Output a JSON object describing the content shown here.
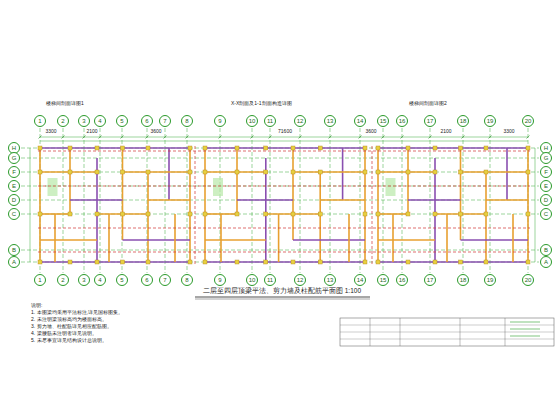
{
  "diagram": {
    "caption": "二层至四层顶梁平法、剪力墙及柱配筋平面图 1:100",
    "nodes": [
      {
        "text": [
          "1"
        ]
      },
      {
        "text": [
          "2"
        ]
      },
      {
        "text": [
          "3"
        ]
      },
      {
        "text": [
          "4"
        ]
      },
      {
        "text": [
          "5"
        ]
      },
      {
        "text": [
          "6"
        ]
      },
      {
        "text": [
          "7"
        ]
      },
      {
        "text": [
          "8"
        ]
      },
      {
        "text": [
          "9"
        ]
      },
      {
        "text": [
          "10"
        ]
      },
      {
        "text": [
          "11"
        ]
      },
      {
        "text": [
          "12"
        ]
      },
      {
        "text": [
          "13"
        ]
      },
      {
        "text": [
          "14"
        ]
      },
      {
        "text": [
          "15"
        ]
      },
      {
        "text": [
          "16"
        ]
      },
      {
        "text": [
          "17"
        ]
      },
      {
        "text": [
          "18"
        ]
      },
      {
        "text": [
          "19"
        ]
      },
      {
        "text": [
          "20"
        ]
      },
      {
        "text": [
          "1"
        ]
      },
      {
        "text": [
          "2"
        ]
      },
      {
        "text": [
          "3"
        ]
      },
      {
        "text": [
          "4"
        ]
      },
      {
        "text": [
          "5"
        ]
      },
      {
        "text": [
          "6"
        ]
      },
      {
        "text": [
          "7"
        ]
      },
      {
        "text": [
          "8"
        ]
      },
      {
        "text": [
          "9"
        ]
      },
      {
        "text": [
          "10"
        ]
      },
      {
        "text": [
          "11"
        ]
      },
      {
        "text": [
          "12"
        ]
      },
      {
        "text": [
          "13"
        ]
      },
      {
        "text": [
          "14"
        ]
      },
      {
        "text": [
          "15"
        ]
      },
      {
        "text": [
          "16"
        ]
      },
      {
        "text": [
          "17"
        ]
      },
      {
        "text": [
          "18"
        ]
      },
      {
        "text": [
          "19"
        ]
      },
      {
        "text": [
          "20"
        ]
      },
      {
        "text": [
          "H"
        ]
      },
      {
        "text": [
          "G"
        ]
      },
      {
        "text": [
          "F"
        ]
      },
      {
        "text": [
          "E"
        ]
      },
      {
        "text": [
          "D"
        ]
      },
      {
        "text": [
          "C"
        ]
      },
      {
        "text": [
          "B"
        ]
      },
      {
        "text": [
          "A"
        ]
      },
      {
        "text": [
          "H"
        ]
      },
      {
        "text": [
          "G"
        ]
      },
      {
        "text": [
          "F"
        ]
      },
      {
        "text": [
          "E"
        ]
      },
      {
        "text": [
          "D"
        ]
      },
      {
        "text": [
          "C"
        ]
      },
      {
        "text": [
          "B"
        ]
      },
      {
        "text": [
          "A"
        ]
      }
    ],
    "labels": [
      "楼梯间剖面详图1",
      "X-X剖面及1-1剖面构造详图",
      "楼梯间剖面详图2",
      "3300",
      "2100",
      "3600",
      "71600",
      "3600",
      "2100",
      "3300",
      "说明:",
      "1. 本图梁均采用平法标注,详见国标图集。",
      "2. 未注明梁顶标高均为楼面标高。",
      "3. 剪力墙、柱配筋详见相应配筋图。",
      "4. 梁腰筋未注明者详见说明。",
      "5. 未尽事宜详见结构设计总说明。"
    ]
  }
}
